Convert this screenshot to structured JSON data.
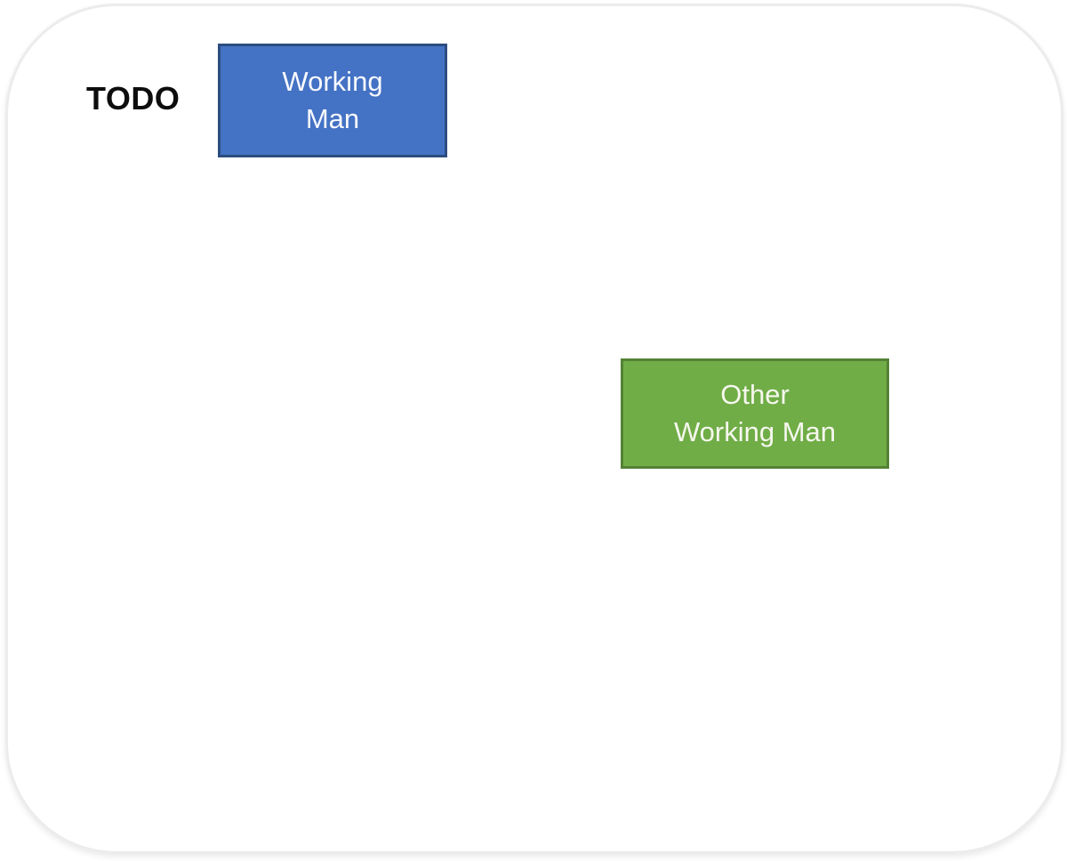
{
  "canvas": {
    "background": "#ffffff",
    "frame_border_color": "#ececec"
  },
  "todo": {
    "label": "TODO",
    "color": "#0d0d0d"
  },
  "boxes": {
    "working_man": {
      "label": "Working\nMan",
      "fill": "#4472c4",
      "border_color": "#2c4d80",
      "text_color": "#f7f9fc"
    },
    "other_working_man": {
      "label": "Other\nWorking Man",
      "fill": "#70ad47",
      "border_color": "#548235",
      "text_color": "#f6f7ee"
    }
  }
}
